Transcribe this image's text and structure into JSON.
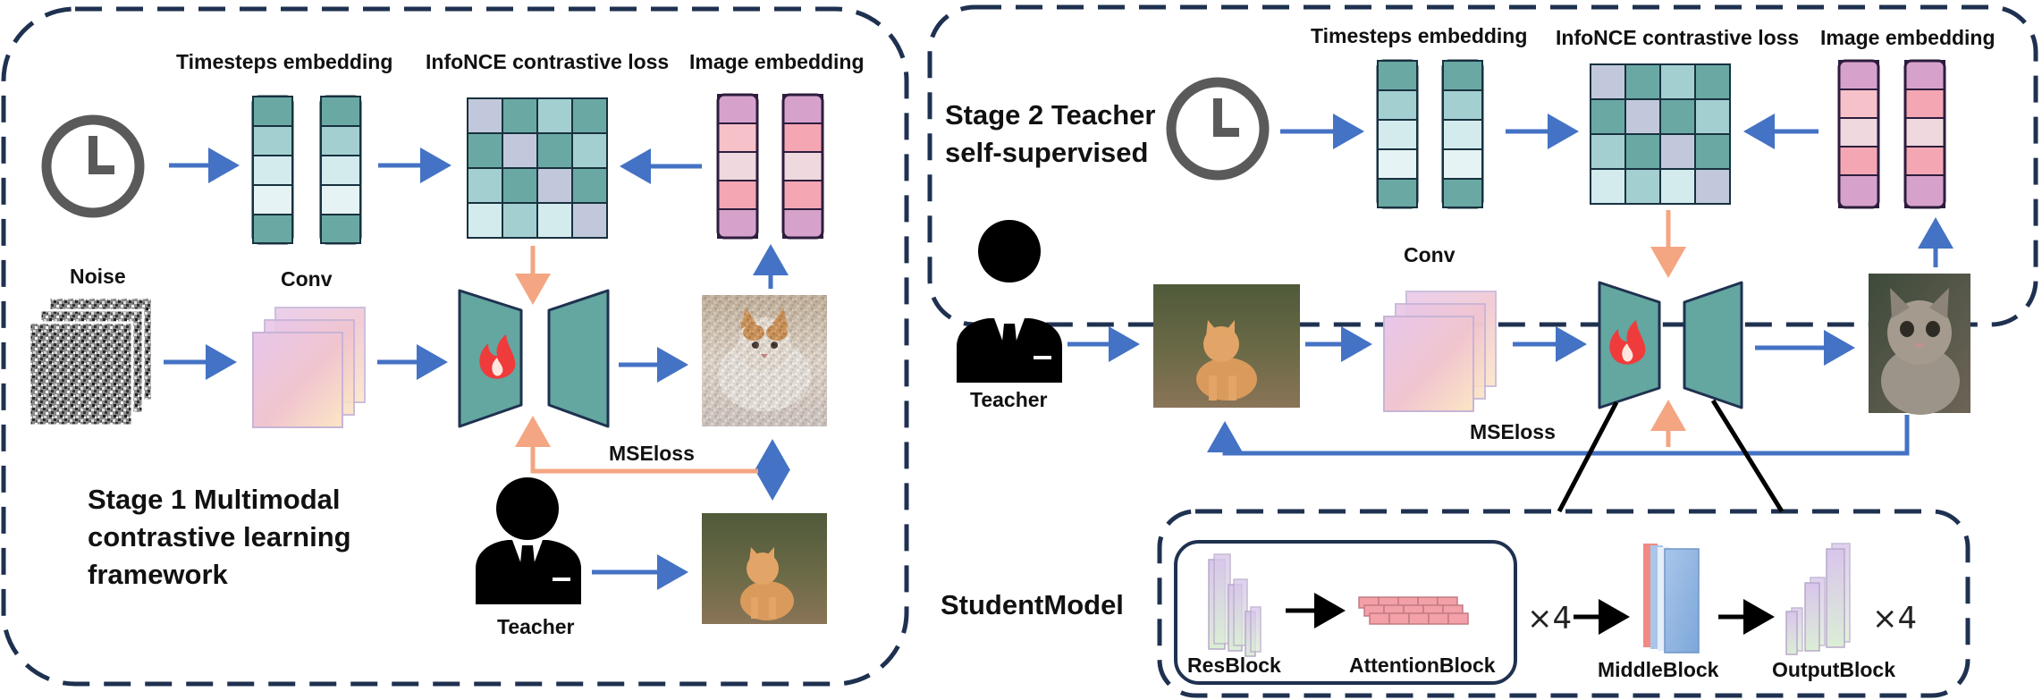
{
  "stage1": {
    "title_lines": [
      "Stage 1 Multimodal",
      "contrastive learning",
      "framework"
    ],
    "timesteps_label": "Timesteps embedding",
    "infonce_label": "InfoNCE contrastive loss",
    "image_embedding_label": "Image embedding",
    "noise_label": "Noise",
    "conv_label": "Conv",
    "mseloss_label": "MSEloss",
    "teacher_label": "Teacher"
  },
  "stage2": {
    "title_lines": [
      "Stage 2 Teacher",
      "self-supervised"
    ],
    "timesteps_label": "Timesteps embedding",
    "infonce_label": "InfoNCE contrastive loss",
    "image_embedding_label": "Image embedding",
    "conv_label": "Conv",
    "mseloss_label": "MSEloss",
    "teacher_label": "Teacher"
  },
  "student": {
    "title": "StudentModel",
    "resblock_label": "ResBlock",
    "attentionblock_label": "AttentionBlock",
    "middleblock_label": "MiddleBlock",
    "outputblock_label": "OutputBlock",
    "repeat_label_1": "×4",
    "repeat_label_2": "×4"
  },
  "colors": {
    "frame": "#1f3150",
    "flow_arrow": "#4472c4",
    "loss_arrow": "#f4a582",
    "unet": "#64a6a0",
    "fire": "#ef3b3b"
  },
  "icons": [
    "clock-icon",
    "fire-icon",
    "teacher-avatar-icon",
    "noise-image",
    "cat-image"
  ]
}
